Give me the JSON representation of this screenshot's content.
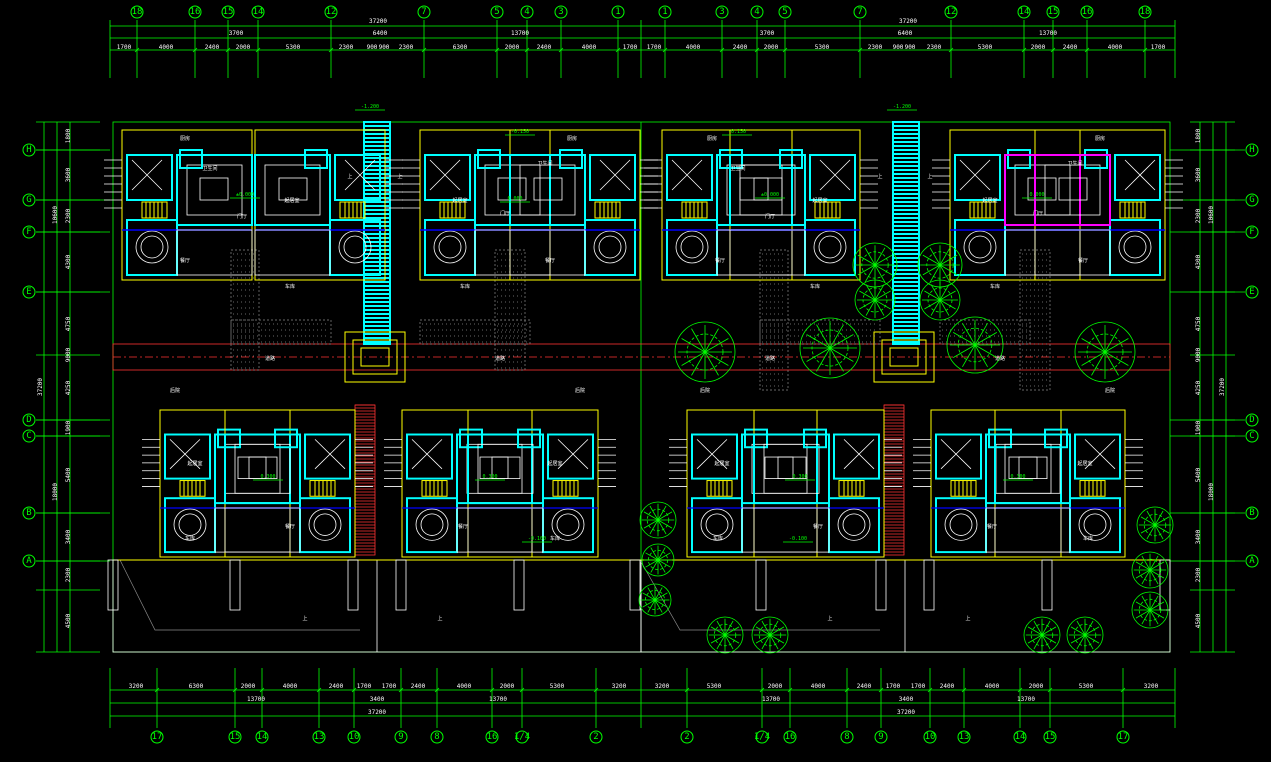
{
  "drawing": {
    "top_axes": [
      "18",
      "16",
      "15",
      "14",
      "12",
      "7",
      "5",
      "4",
      "3",
      "1",
      "1",
      "3",
      "4",
      "5",
      "7",
      "12",
      "14",
      "15",
      "16",
      "18"
    ],
    "bottom_axes": [
      "17",
      "15",
      "14",
      "13",
      "10",
      "9",
      "8",
      "16",
      "1/4",
      "2",
      "2",
      "1/4",
      "16",
      "8",
      "9",
      "10",
      "13",
      "14",
      "15",
      "17"
    ],
    "left_axes": [
      "H",
      "G",
      "F",
      "E",
      "D",
      "C",
      "B",
      "A"
    ],
    "right_axes": [
      "H",
      "G",
      "F",
      "E",
      "D",
      "C",
      "B",
      "A"
    ],
    "top_dims": {
      "overall": [
        "37200",
        "37200"
      ],
      "mid": [
        "3700",
        "6400",
        "13700",
        "3700",
        "6400",
        "13700"
      ],
      "detail_left": [
        "1700",
        "4000",
        "2400",
        "2000",
        "5300",
        "2300",
        "900",
        "900",
        "2300",
        "6300",
        "2000",
        "2400",
        "4000",
        "1700"
      ],
      "detail_right": [
        "1700",
        "4000",
        "2400",
        "2000",
        "5300",
        "2300",
        "900",
        "900",
        "2300",
        "5300",
        "2000",
        "2400",
        "4000",
        "1700"
      ]
    },
    "bottom_dims": {
      "detail": [
        "3200",
        "6300",
        "2000",
        "4000",
        "2400",
        "1700",
        "1700",
        "2400",
        "4000",
        "2000",
        "5300",
        "3200",
        "3200",
        "5300",
        "2000",
        "4000",
        "2400",
        "1700",
        "1700",
        "2400",
        "4000",
        "2000",
        "5300",
        "3200"
      ],
      "mid": [
        "13700",
        "3400",
        "13700",
        "13700",
        "3400",
        "13700"
      ],
      "overall": [
        "37200",
        "37200"
      ]
    },
    "left_dims": {
      "detail": [
        "1800",
        "3600",
        "2300",
        "4300",
        "4750",
        "9000",
        "4250",
        "1900",
        "5400",
        "3400",
        "2300",
        "4500"
      ],
      "mid": [
        "10600",
        "18000"
      ],
      "overall": [
        "37200"
      ]
    },
    "right_dims": {
      "detail": [
        "1800",
        "3600",
        "2300",
        "4300",
        "4750",
        "9000",
        "4250",
        "1900",
        "5400",
        "3400",
        "2300",
        "4500"
      ],
      "mid": [
        "10600",
        "18000"
      ],
      "overall": [
        "37200"
      ]
    },
    "room_labels": {
      "living": "起居室",
      "dining": "餐厅",
      "kitchen": "厨房",
      "bath": "卫生间",
      "garage": "车库",
      "garden": "后院",
      "entry": "门厅",
      "road": "道路",
      "up": "上"
    },
    "levels": {
      "top_a": "-1.200",
      "top_b": "±0.000",
      "mid_a": "-0.150",
      "mid_b": "0.000",
      "low_a": "-0.100",
      "low_b": "0.300"
    },
    "colors": {
      "background": "#000000",
      "axis": "#00ff00",
      "wall": "#00ffff",
      "outline": "#ffff00",
      "glass": "#0000ff",
      "text": "#ffffff",
      "accent": "#ff00ff",
      "road": "#ff3333"
    }
  }
}
